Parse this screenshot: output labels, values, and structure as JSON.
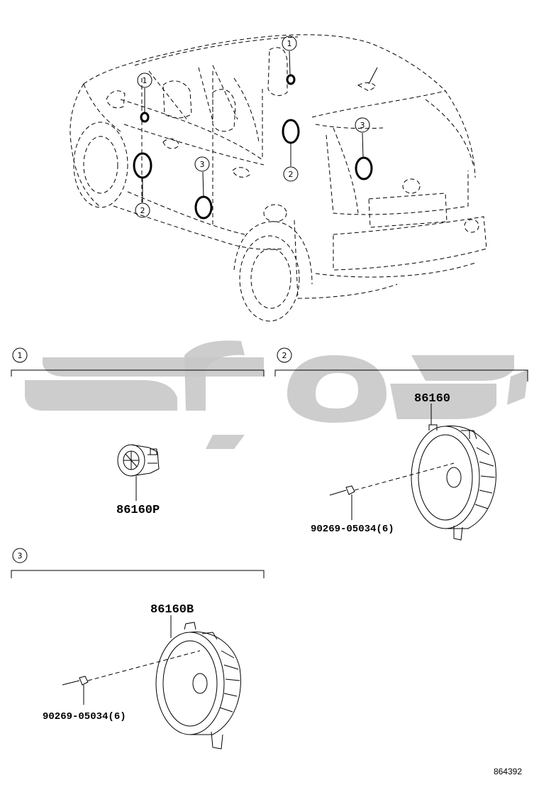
{
  "callouts": {
    "c1": "1",
    "c2": "2",
    "c3": "3"
  },
  "sections": [
    {
      "number": "1",
      "part": "86160P"
    },
    {
      "number": "2",
      "part": "86160",
      "bolt": "90269-05034(6)"
    },
    {
      "number": "3",
      "part": "86160B",
      "bolt": "90269-05034(6)"
    }
  ],
  "diagram_id": "864392",
  "watermark_color": "#c8c8c8"
}
